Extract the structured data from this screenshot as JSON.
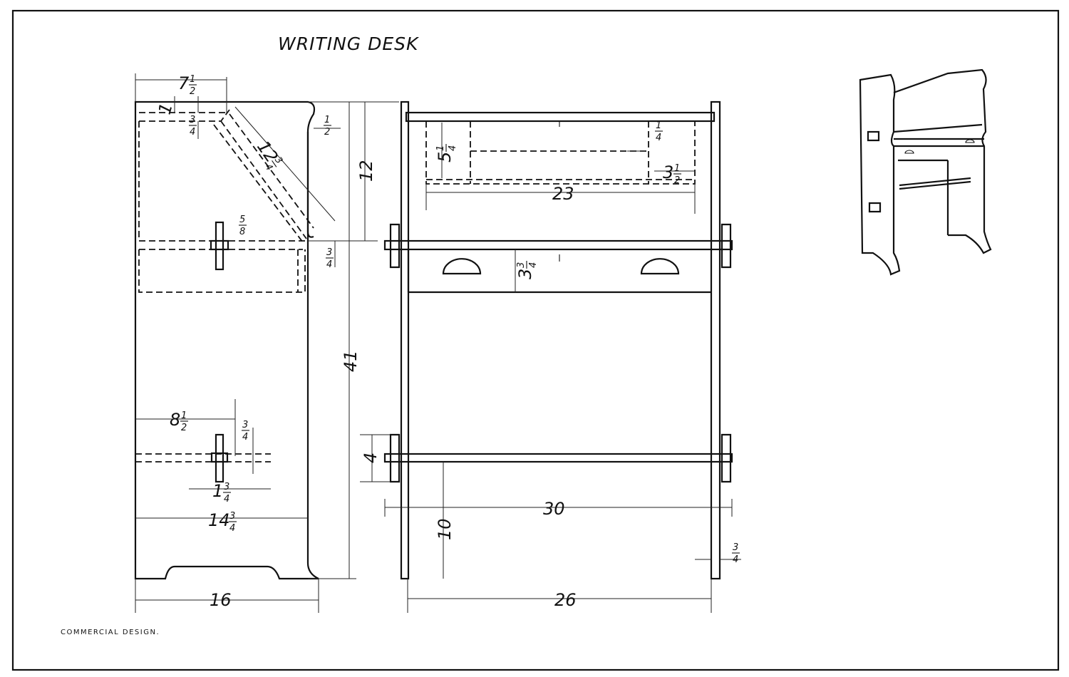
{
  "title": "WRITING DESK",
  "footer": "COMMERCIAL DESIGN.",
  "dimensions": {
    "top_depth": {
      "whole": "7",
      "num": "1",
      "den": "2"
    },
    "top_thick": {
      "whole": "1",
      "num": "",
      "den": ""
    },
    "shelf_thick": {
      "whole": "",
      "num": "3",
      "den": "4"
    },
    "edge_recess": {
      "whole": "",
      "num": "1",
      "den": "2"
    },
    "lid_length": {
      "whole": "12",
      "num": "3",
      "den": "4"
    },
    "upper_height": {
      "whole": "12",
      "num": "",
      "den": ""
    },
    "tenon_width": {
      "whole": "",
      "num": "5",
      "den": "8"
    },
    "writing_thick": {
      "whole": "",
      "num": "3",
      "den": "4"
    },
    "total_height": {
      "whole": "41",
      "num": "",
      "den": ""
    },
    "shelf_pos": {
      "whole": "8",
      "num": "1",
      "den": "2"
    },
    "lower_thick": {
      "whole": "",
      "num": "3",
      "den": "4"
    },
    "mortise_width": {
      "whole": "1",
      "num": "3",
      "den": "4"
    },
    "inner_depth": {
      "whole": "14",
      "num": "3",
      "den": "4"
    },
    "side_depth": {
      "whole": "16",
      "num": "",
      "den": ""
    },
    "pigeonhole_height": {
      "whole": "5",
      "num": "1",
      "den": "4"
    },
    "divider_thick": {
      "whole": "",
      "num": "1",
      "den": "4"
    },
    "pigeonhole_width": {
      "whole": "3",
      "num": "1",
      "den": "2"
    },
    "cabinet_width": {
      "whole": "23",
      "num": "",
      "den": ""
    },
    "drawer_height": {
      "whole": "3",
      "num": "3",
      "den": "4"
    },
    "tenon_height": {
      "whole": "4",
      "num": "",
      "den": ""
    },
    "overall_width": {
      "whole": "30",
      "num": "",
      "den": ""
    },
    "shelf_height": {
      "whole": "10",
      "num": "",
      "den": ""
    },
    "inner_width": {
      "whole": "26",
      "num": "",
      "den": ""
    },
    "panel_thick": {
      "whole": "",
      "num": "3",
      "den": "4"
    }
  }
}
